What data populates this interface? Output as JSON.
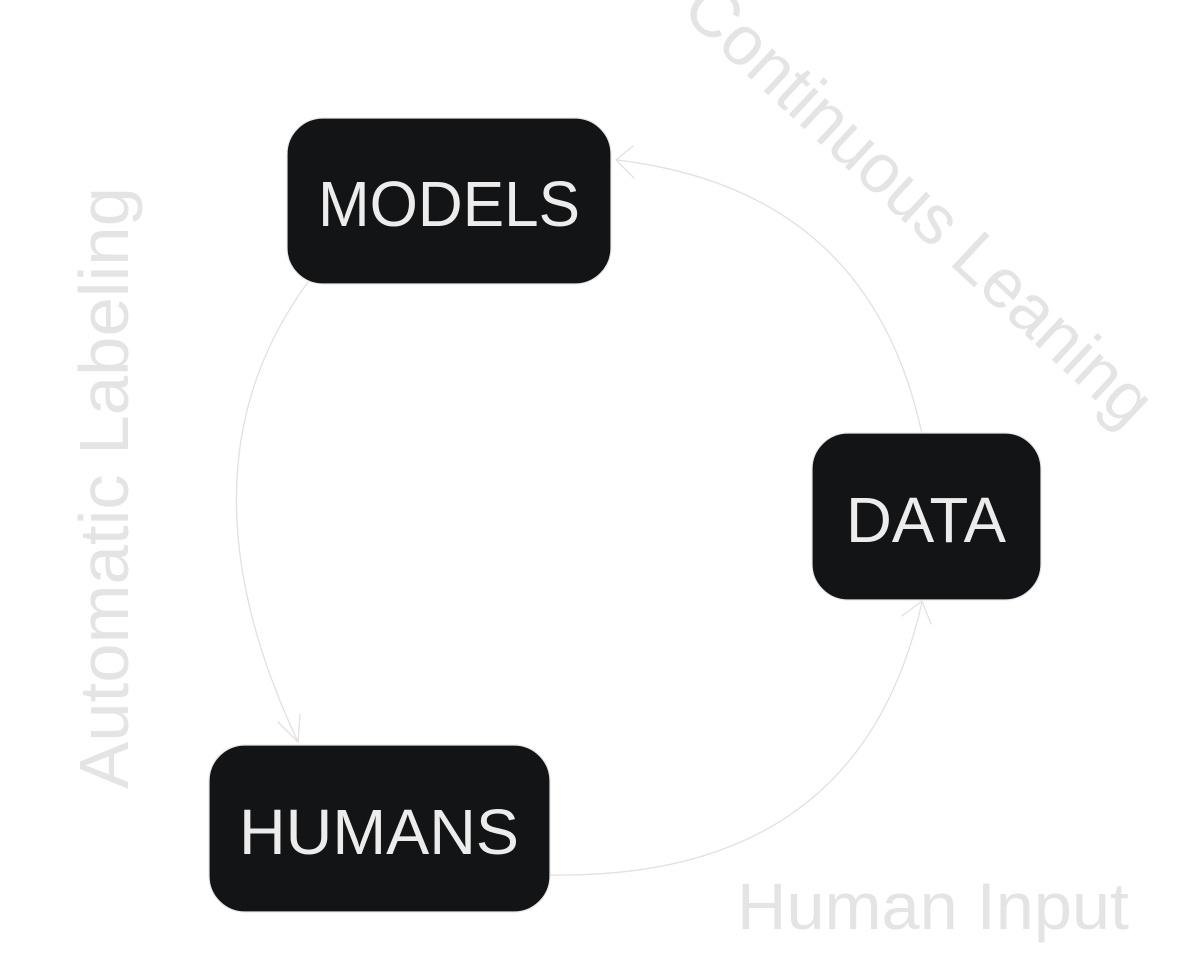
{
  "nodes": {
    "models": "MODELS",
    "data": "DATA",
    "humans": "HUMANS"
  },
  "flows": {
    "models_to_humans": "Automatic Labeling",
    "data_to_models": "Continuous Leaning",
    "humans_to_data": "Human Input"
  },
  "colors": {
    "node_fill": "#131416",
    "node_text": "#ececec",
    "connector": "#e1e1e1",
    "flow_label": "#e4e4e4",
    "background": "#ffffff"
  }
}
